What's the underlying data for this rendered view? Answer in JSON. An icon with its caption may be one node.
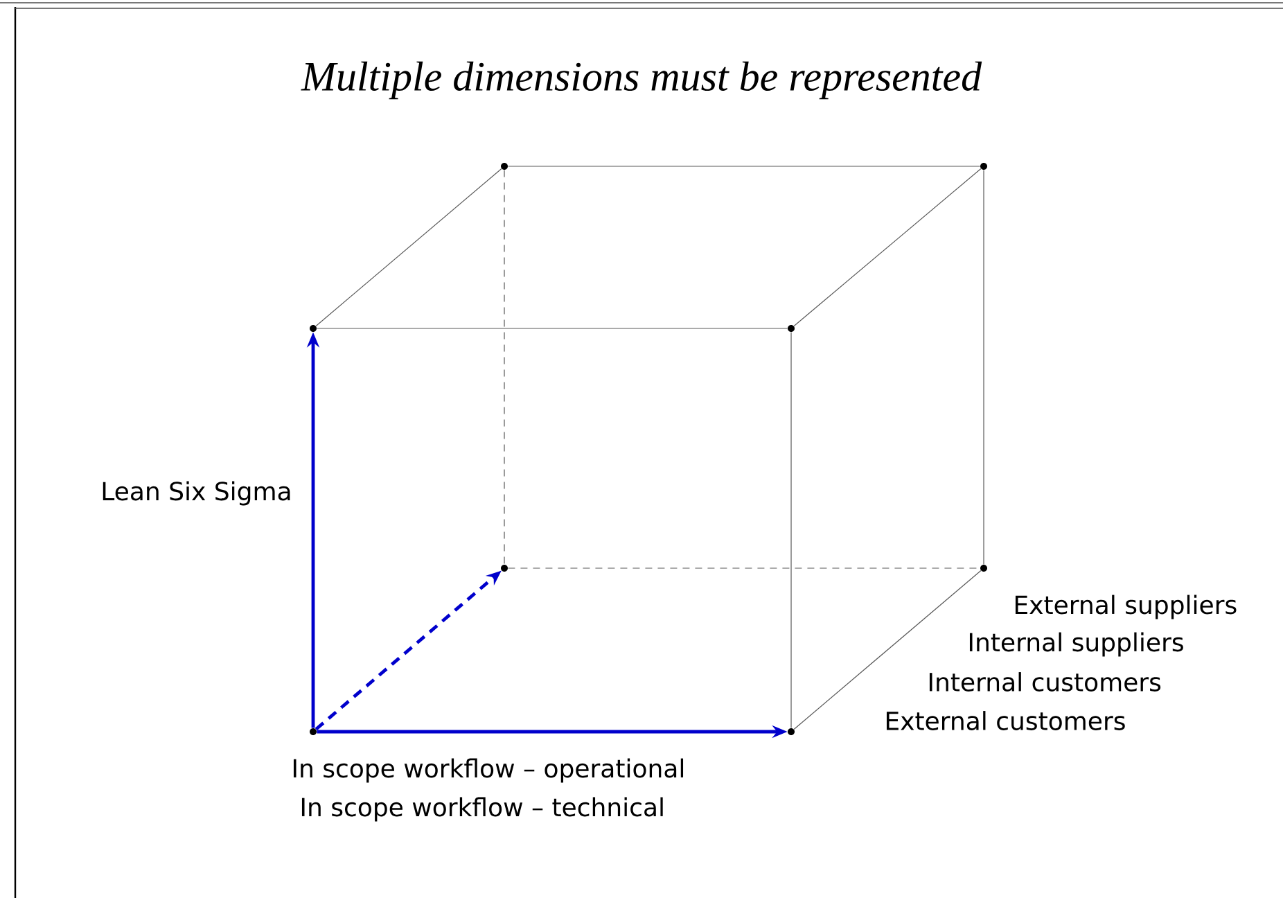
{
  "diagram": {
    "title": "Multiple dimensions must be represented",
    "nodes": [
      {
        "text": [],
        "shape": "circle"
      },
      {
        "text": [],
        "shape": "circle"
      },
      {
        "text": [],
        "shape": "circle"
      },
      {
        "text": [],
        "shape": "circle"
      },
      {
        "text": [],
        "shape": "circle"
      },
      {
        "text": [],
        "shape": "circle"
      },
      {
        "text": [],
        "shape": "circle"
      },
      {
        "text": [],
        "shape": "circle"
      }
    ],
    "edges": [
      {
        "from": 0,
        "to": 1,
        "arrow": "none"
      },
      {
        "from": 0,
        "to": 2,
        "arrow": "none"
      },
      {
        "from": 1,
        "to": 3,
        "arrow": "none"
      },
      {
        "from": 2,
        "to": 3,
        "arrow": "none"
      },
      {
        "from": 0,
        "to": 4,
        "arrow": "none",
        "style": "dashed"
      },
      {
        "from": 1,
        "to": 5,
        "arrow": "none"
      },
      {
        "from": 3,
        "to": 7,
        "arrow": "none"
      },
      {
        "from": 4,
        "to": 5,
        "arrow": "none",
        "style": "dashed"
      },
      {
        "from": 5,
        "to": 7,
        "arrow": "none"
      },
      {
        "from": 6,
        "to": 2,
        "arrow": "to",
        "style": "thick",
        "color": "#0000cc"
      },
      {
        "from": 6,
        "to": 7,
        "arrow": "to",
        "style": "thick",
        "color": "#0000cc"
      },
      {
        "from": 6,
        "to": 4,
        "arrow": "to",
        "style": "dashed",
        "color": "#0000cc"
      }
    ],
    "labels": [
      "Lean Six Sigma",
      "External suppliers",
      "Internal suppliers",
      "Internal customers",
      "External customers",
      "In scope workflow – operational",
      "In scope workflow – technical"
    ]
  }
}
